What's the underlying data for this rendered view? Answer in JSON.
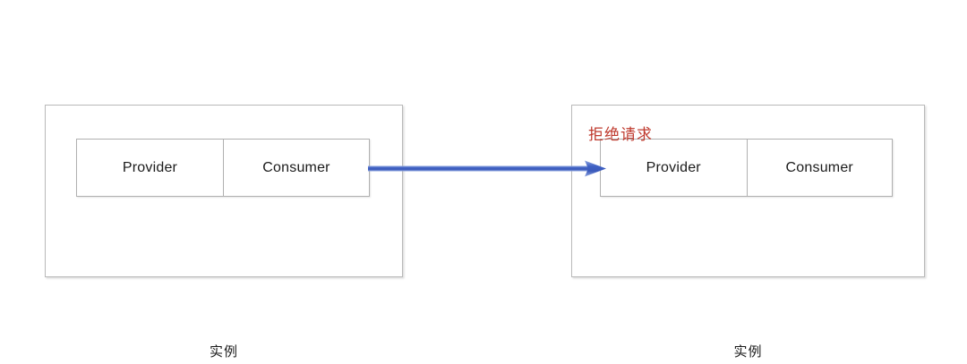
{
  "diagram": {
    "title_text": "",
    "colors": {
      "arrow": "#3f61c4",
      "reject_text": "#bf3a2e",
      "box_border": "#b9b9b9",
      "inner_border": "#b0b0b0",
      "label_text": "#1b1b1b",
      "background": "#ffffff"
    },
    "left_instance": {
      "caption": "实例",
      "nodes": [
        {
          "label": "Provider"
        },
        {
          "label": "Consumer"
        }
      ]
    },
    "right_instance": {
      "caption": "实例",
      "annotation": "拒绝请求",
      "nodes": [
        {
          "label": "Provider"
        },
        {
          "label": "Consumer"
        }
      ]
    },
    "connector": {
      "label": "",
      "direction": "left-to-right",
      "style": "solid-arrow"
    }
  }
}
